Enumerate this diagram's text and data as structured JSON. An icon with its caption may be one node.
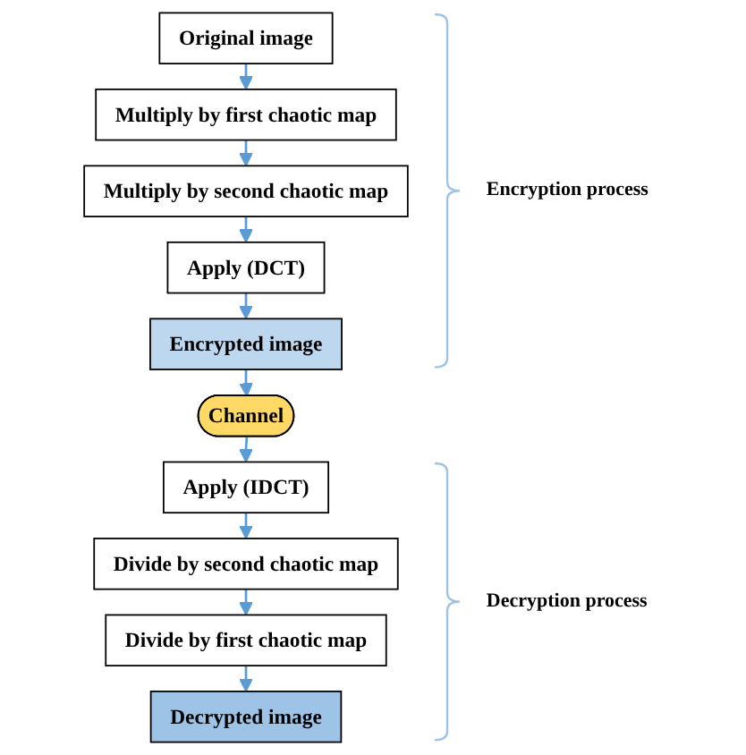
{
  "diagram": {
    "nodes": [
      {
        "text": [
          "Original image"
        ]
      },
      {
        "text": [
          "Multiply by first chaotic map"
        ]
      },
      {
        "text": [
          "Multiply by second chaotic map"
        ]
      },
      {
        "text": [
          "Apply (DCT)"
        ]
      },
      {
        "text": [
          "Encrypted image"
        ]
      },
      {
        "text": [
          "Channel"
        ]
      },
      {
        "text": [
          "Apply (IDCT)"
        ]
      },
      {
        "text": [
          "Divide by second chaotic map"
        ]
      },
      {
        "text": [
          "Divide by first chaotic map"
        ]
      },
      {
        "text": [
          "Decrypted image"
        ]
      }
    ],
    "edges": [
      {
        "from": 0,
        "to": 1,
        "arrow": "to"
      },
      {
        "from": 1,
        "to": 2,
        "arrow": "to"
      },
      {
        "from": 2,
        "to": 3,
        "arrow": "to"
      },
      {
        "from": 3,
        "to": 4,
        "arrow": "to"
      },
      {
        "from": 4,
        "to": 5,
        "arrow": "to"
      },
      {
        "from": 5,
        "to": 6,
        "arrow": "to"
      },
      {
        "from": 6,
        "to": 7,
        "arrow": "to"
      },
      {
        "from": 7,
        "to": 8,
        "arrow": "to"
      },
      {
        "from": 8,
        "to": 9,
        "arrow": "to"
      }
    ],
    "labels": [
      "Encryption process",
      "Decryption process"
    ]
  }
}
